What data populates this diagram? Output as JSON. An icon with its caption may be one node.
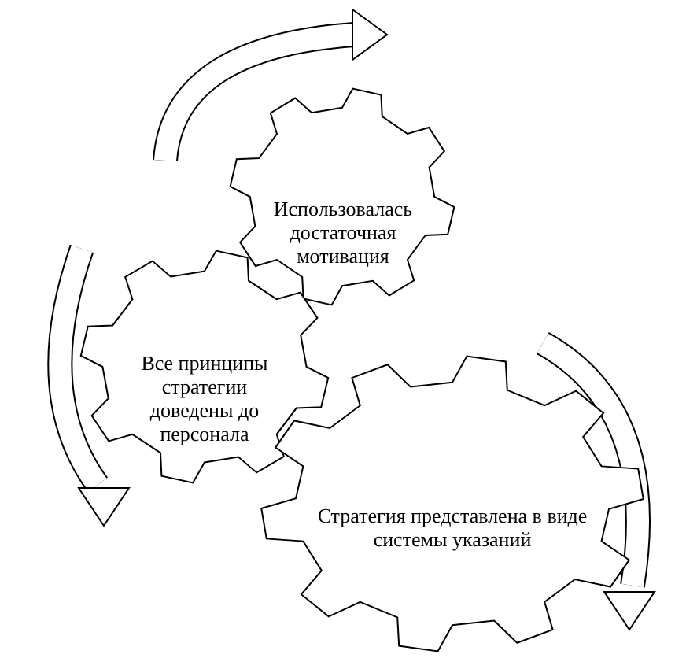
{
  "diagram": {
    "nodes": [
      {
        "text": [
          "Использовалась достаточная мотивация"
        ]
      },
      {
        "text": [
          "Все принципы стратегии доведены до персонала"
        ]
      },
      {
        "text": [
          "Стратегия представлена в виде системы указаний"
        ]
      }
    ],
    "edges": []
  }
}
